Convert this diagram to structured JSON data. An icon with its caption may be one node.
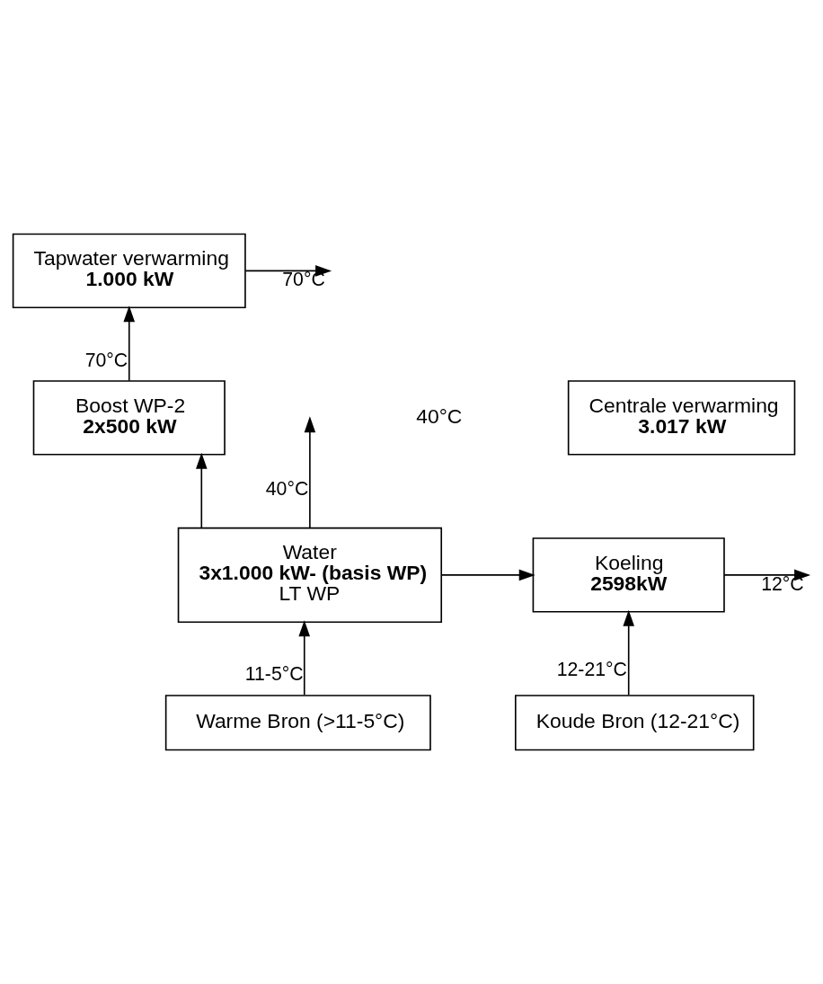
{
  "diagram": {
    "nodes": [
      {
        "text": [
          "Tapwater verwarming",
          "1.000 kW"
        ]
      },
      {
        "text": [
          "Boost WP-2",
          "2x500 kW"
        ]
      },
      {
        "text": [
          "Centrale verwarming",
          "3.017 kW"
        ]
      },
      {
        "text": [
          "Water",
          "3x1.000 kW- (basis WP)",
          "LT WP"
        ]
      },
      {
        "text": [
          "Koeling",
          "2598kW"
        ]
      },
      {
        "text": [
          "Warme Bron (>11-5°C)"
        ]
      },
      {
        "text": [
          "Koude Bron (12-21°C)"
        ]
      }
    ],
    "edges": [
      {
        "from": 5,
        "to": 3,
        "arrow": "to",
        "label": "11-5°C"
      },
      {
        "from": 6,
        "to": 4,
        "arrow": "to",
        "label": "12-21°C"
      },
      {
        "from": 3,
        "to": 4,
        "arrow": "to"
      },
      {
        "from": 3,
        "to": 1,
        "arrow": "to"
      },
      {
        "from": 3,
        "to": null,
        "arrow": "to",
        "label": "40°C"
      },
      {
        "from": 1,
        "to": 0,
        "arrow": "to",
        "label": "70°C"
      },
      {
        "from": 0,
        "to": null,
        "arrow": "to",
        "label": "70°C"
      },
      {
        "from": 4,
        "to": null,
        "arrow": "to",
        "label": "12°C"
      }
    ],
    "labels": [
      "40°C"
    ]
  }
}
